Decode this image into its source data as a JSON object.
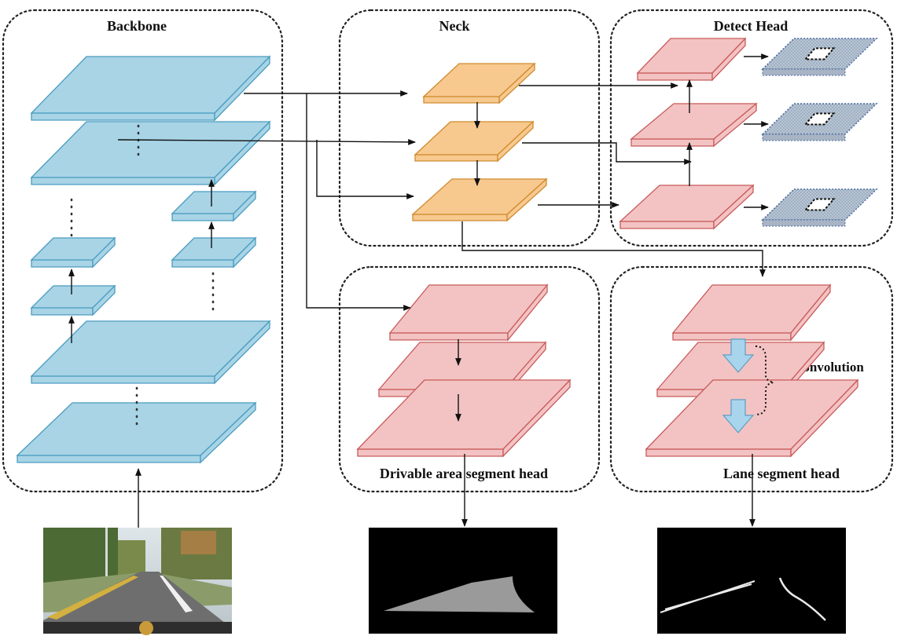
{
  "panels": {
    "backbone": "Backbone",
    "neck": "Neck",
    "detect_head": "Detect Head",
    "drivable_head": "Drivable area segment head",
    "lane_head": "Lane segment head"
  },
  "annotations": {
    "deconvolution": "Deconvolution"
  },
  "colors": {
    "backbone_top": "#a8d4e6",
    "backbone_edge": "#4a9cc0",
    "neck_top": "#f7c98f",
    "neck_edge": "#d08a2e",
    "head_top": "#f3c3c3",
    "head_edge": "#c85a5a",
    "output_grid": "#a8b4c4",
    "deconv_arrow": "#a8d4ec"
  }
}
